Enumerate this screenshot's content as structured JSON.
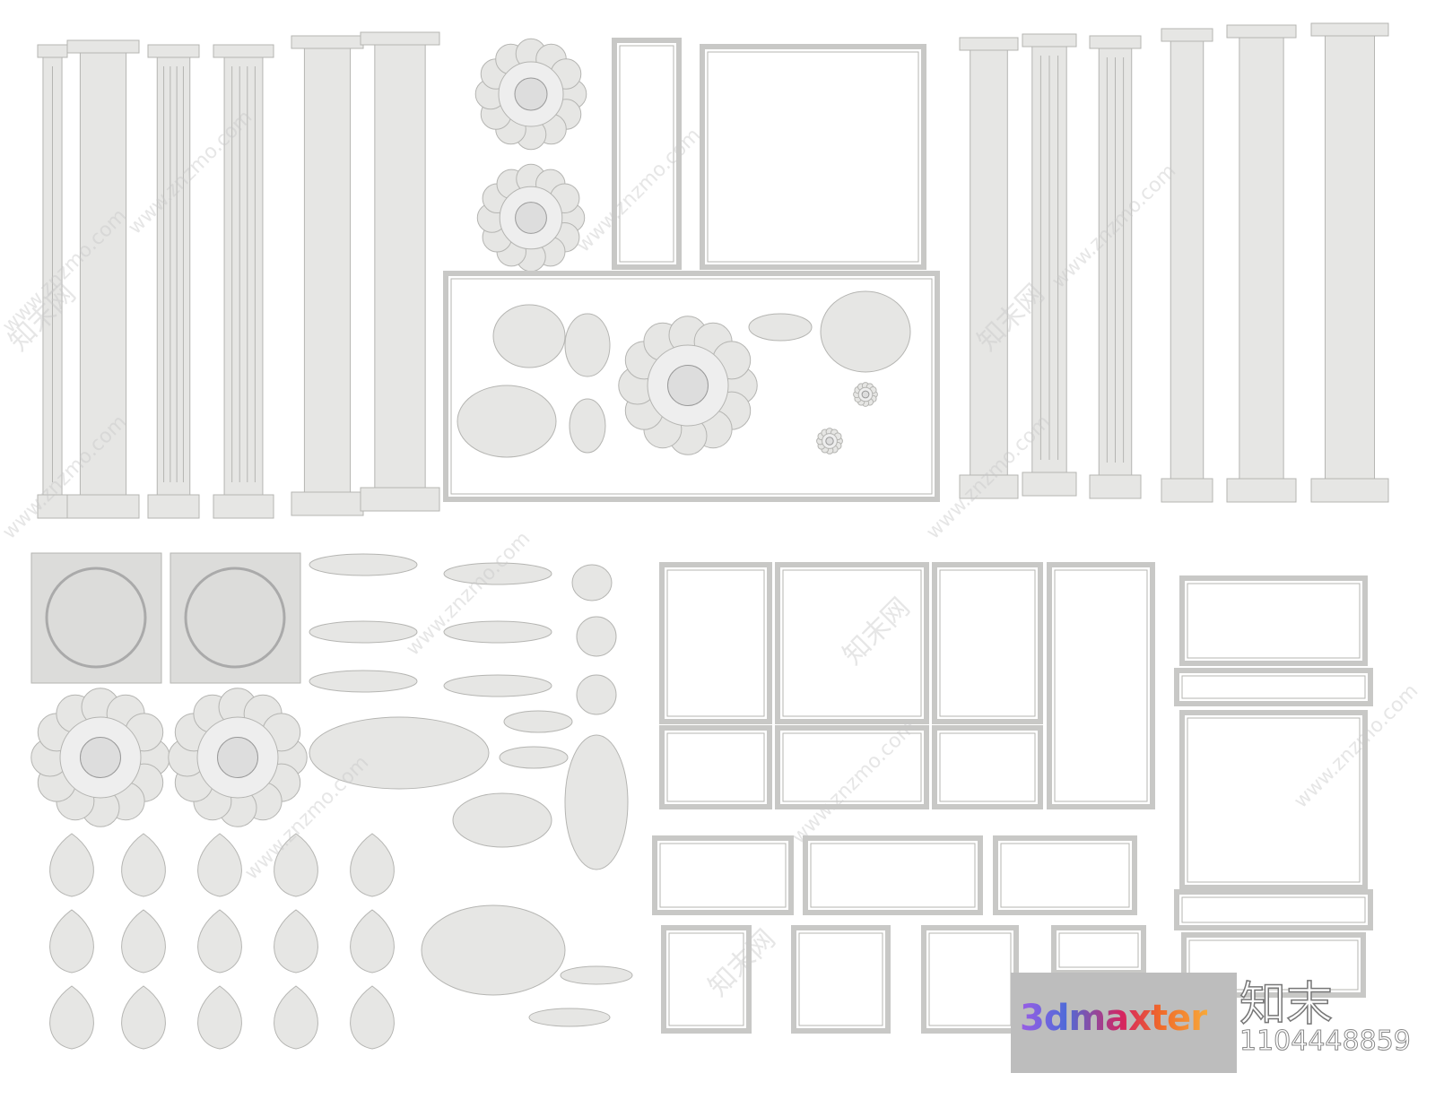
{
  "watermark": {
    "site": "www.znzmo.com",
    "site_cn": "知末网",
    "logo": "3dmaxter",
    "brand_cn": "知末",
    "model_id": "1104448859"
  },
  "colors": {
    "background": "#ffffff",
    "plaster": "#e6e6e4",
    "plaster_shadow": "#b5b5b2",
    "logo_box": "#bdbdbd"
  }
}
